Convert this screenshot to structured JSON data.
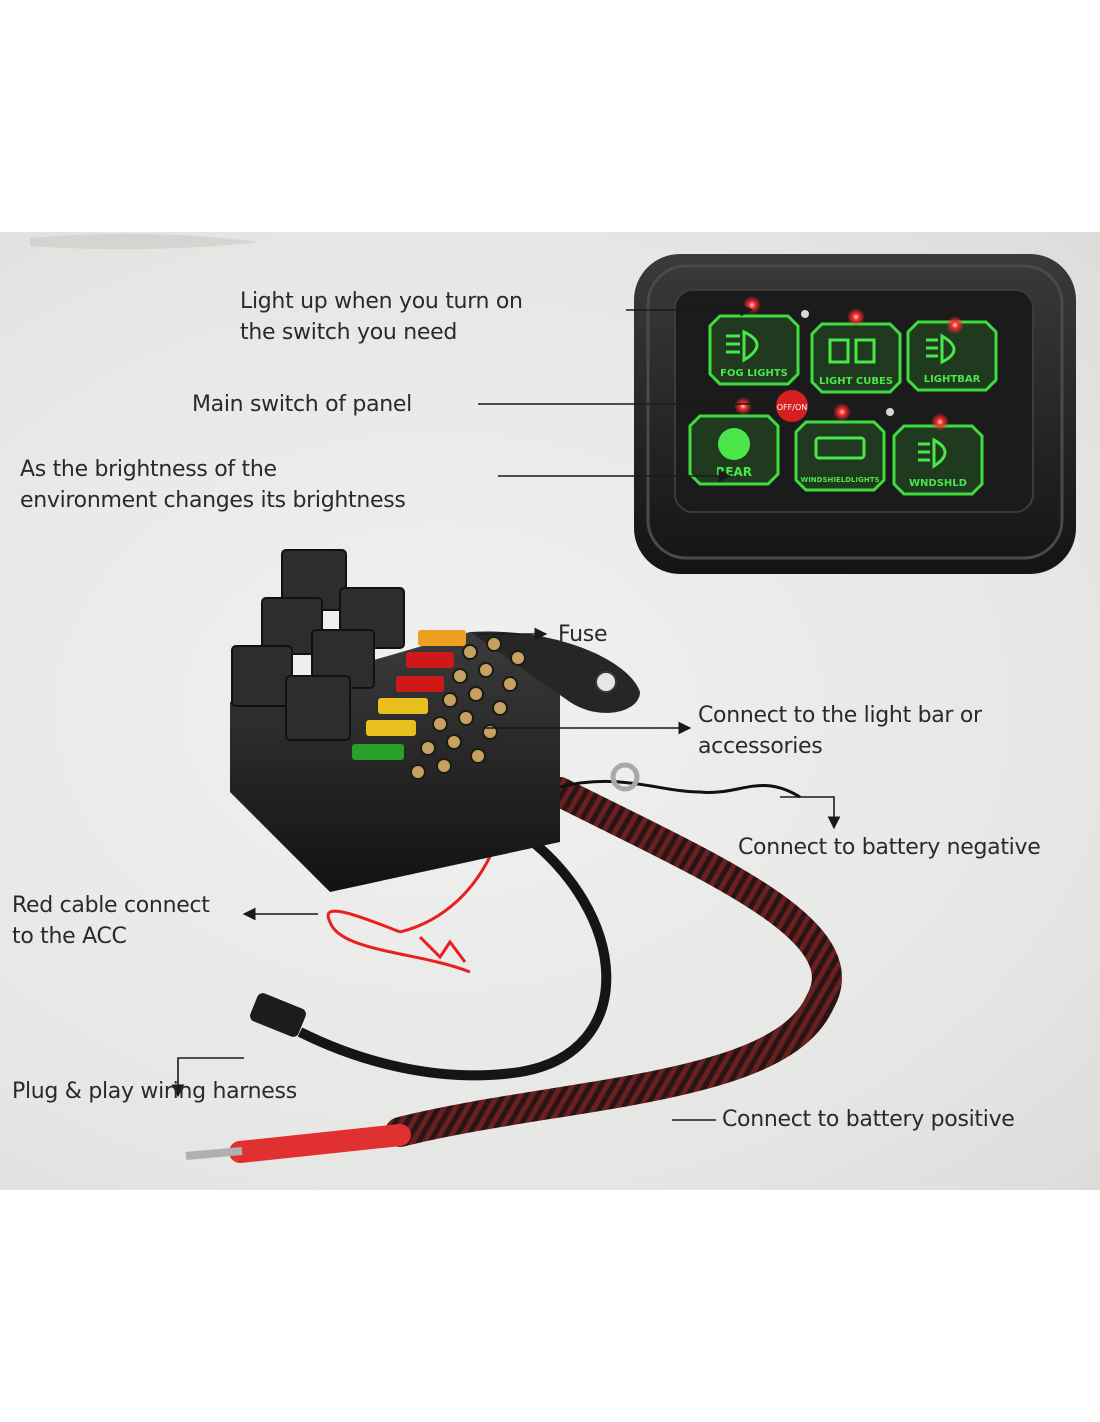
{
  "callouts": {
    "light_up": [
      "Light up when you turn on",
      "the switch you need"
    ],
    "main_switch": "Main switch of panel",
    "brightness": [
      "As the brightness of the",
      "environment changes its brightness"
    ],
    "fuse": "Fuse",
    "connect_light_bar": [
      "Connect to the light bar or",
      "accessories"
    ],
    "battery_negative": "Connect to battery negative",
    "red_cable": [
      "Red cable connect",
      "to the ACC"
    ],
    "plug_play": "Plug & play wiring harness",
    "battery_positive": "Connect to battery positive"
  },
  "panel": {
    "buttons": [
      "FOG LIGHTS",
      "LIGHT CUBES",
      "LIGHTBAR",
      "REAR",
      "WINDSHIELDLIGHTS",
      "WNDSHLD"
    ],
    "main_switch_label": "OFF/ON",
    "button_color": "#3fdc3f",
    "indicator_color": "#ff2a2a"
  }
}
